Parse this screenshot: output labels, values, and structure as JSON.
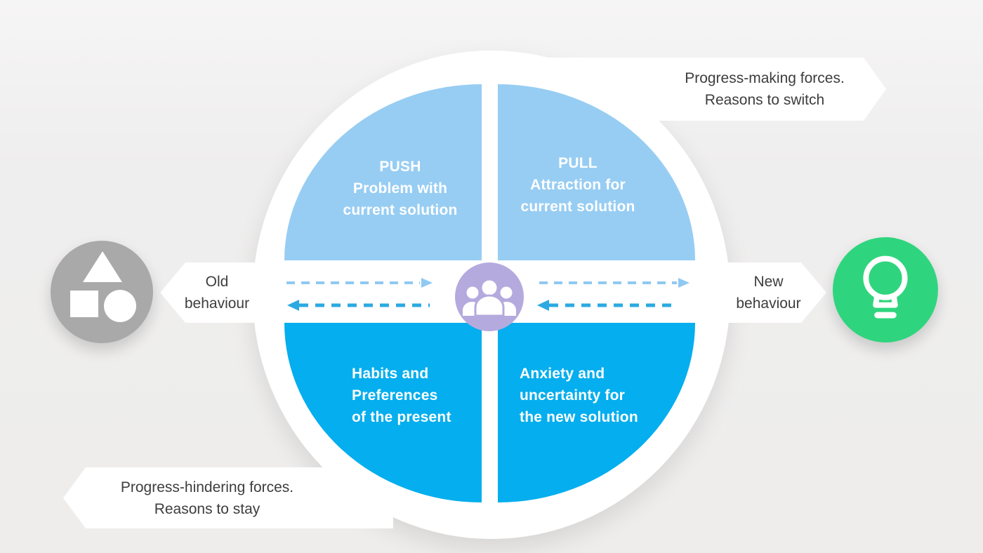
{
  "diagram": {
    "quadrants": {
      "push": {
        "lines": [
          "PUSH",
          "Problem with",
          "current solution"
        ]
      },
      "pull": {
        "lines": [
          "PULL",
          "Attraction for",
          "current solution"
        ]
      },
      "habit": {
        "lines": [
          "Habits and",
          "Preferences",
          "of the present"
        ]
      },
      "anxiety": {
        "lines": [
          "Anxiety and",
          "uncertainty for",
          "the new solution"
        ]
      }
    },
    "banners": {
      "progress_making": {
        "lines": [
          "Progress-making forces.",
          "Reasons to switch"
        ]
      },
      "progress_hindering": {
        "lines": [
          "Progress-hindering forces.",
          "Reasons to stay"
        ]
      }
    },
    "labels": {
      "old_behaviour": {
        "lines": [
          "Old",
          "behaviour"
        ]
      },
      "new_behaviour": {
        "lines": [
          "New",
          "behaviour"
        ]
      }
    },
    "icons": {
      "old": "geometric-shapes-icon",
      "center": "people-group-icon",
      "new": "lightbulb-icon"
    },
    "colors": {
      "background": "#F0EFEE",
      "light_blue": "#97CDF3",
      "bright_blue": "#05AEEE",
      "purple": "#B5AADE",
      "green": "#2FD57E",
      "gray": "#A9A9A9",
      "white": "#FFFFFF",
      "text_dark": "#3D3D3D",
      "dash_light_blue": "#90C9F2",
      "dash_bright_blue": "#2BAAE2"
    }
  }
}
